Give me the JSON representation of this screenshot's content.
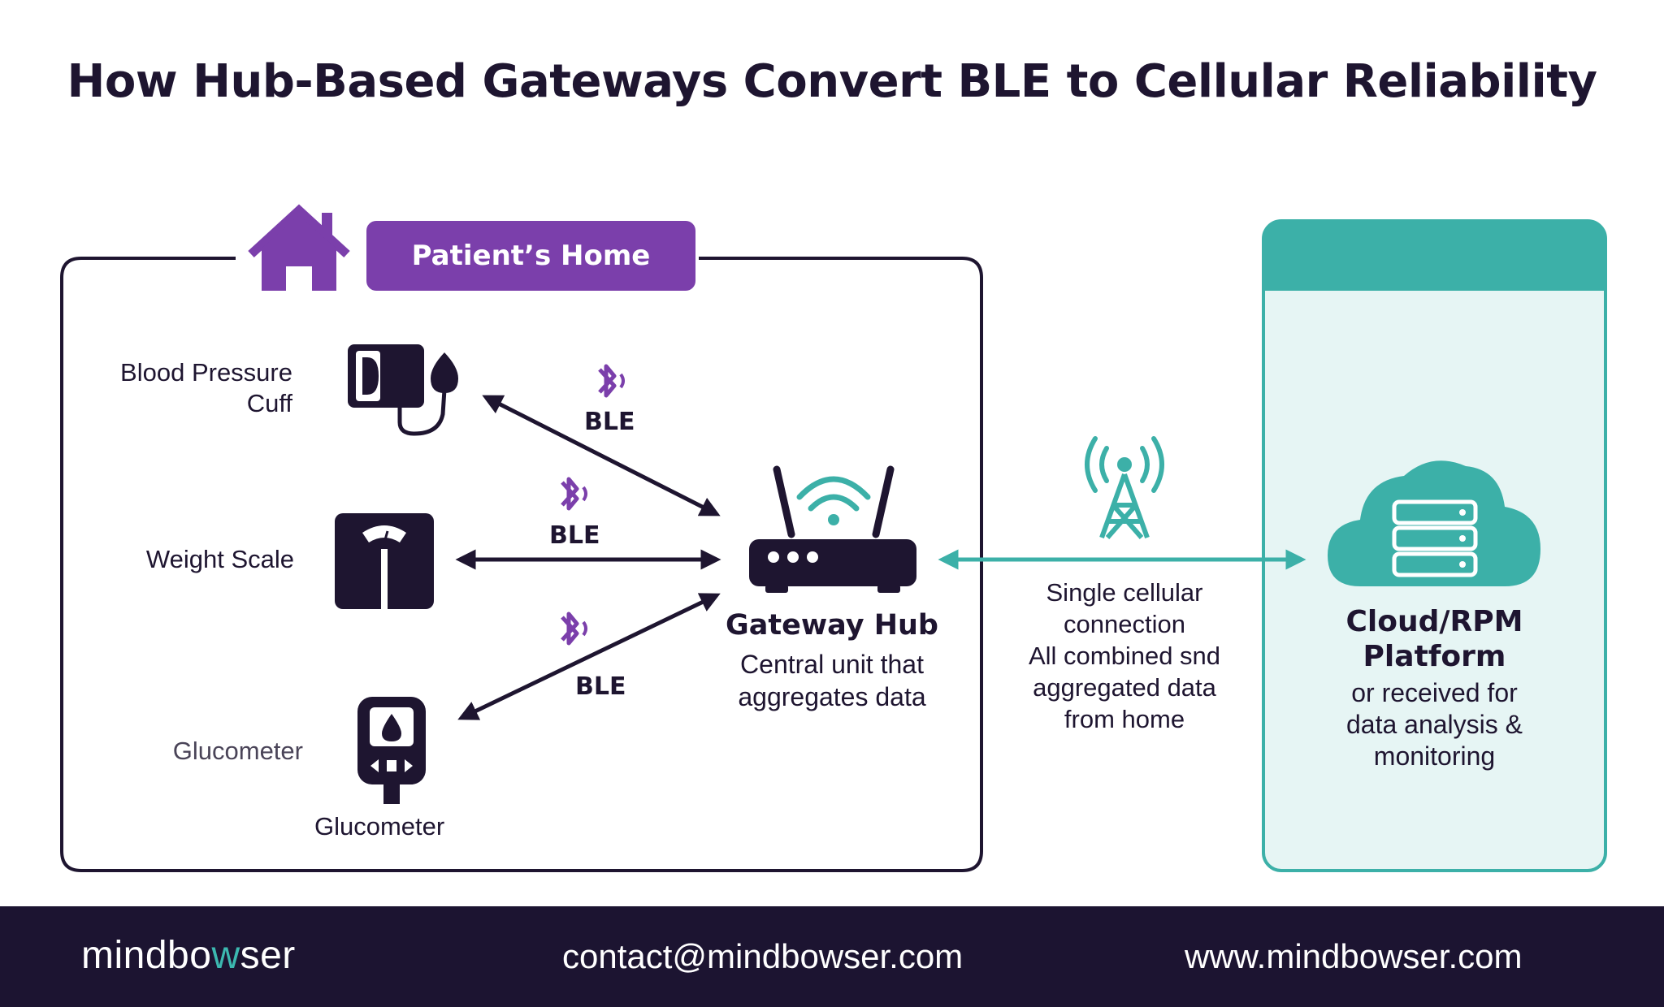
{
  "title": "How Hub-Based Gateways Convert BLE to Cellular Reliability",
  "home": {
    "tag": "Patient’s Home"
  },
  "devices": {
    "bp_line1": "Blood Pressure",
    "bp_line2": "Cuff",
    "scale": "Weight Scale",
    "gluco_left": "Glucometer",
    "gluco_bottom": "Glucometer"
  },
  "links": {
    "ble_top": "BLE",
    "ble_mid": "BLE",
    "ble_bottom": "BLE"
  },
  "hub": {
    "title": "Gateway Hub",
    "desc_line1": "Central unit that",
    "desc_line2": "aggregates data"
  },
  "cellular": {
    "line1": "Single cellular",
    "line2": "connection",
    "line3": "All combined snd",
    "line4": "aggregated data",
    "line5": "from home"
  },
  "cloud": {
    "title_line1": "Cloud/RPM",
    "title_line2": "Platform",
    "desc_line1": "or received for",
    "desc_line2": "data analysis &",
    "desc_line3": "monitoring"
  },
  "footer": {
    "brand_pre": "mindbo",
    "brand_mid": "w",
    "brand_post": "ser",
    "email": "contact@mindbowser.com",
    "website": "www.mindbowser.com"
  },
  "colors": {
    "dark": "#1e1530",
    "purple": "#7b3fab",
    "teal": "#3cb0a8",
    "teal_light": "#e6f5f4",
    "footer_bg": "#1c1431"
  },
  "icons": [
    "house-icon",
    "blood-pressure-cuff-icon",
    "weight-scale-icon",
    "glucometer-icon",
    "bluetooth-icon",
    "router-icon",
    "cell-tower-icon",
    "cloud-server-icon"
  ]
}
